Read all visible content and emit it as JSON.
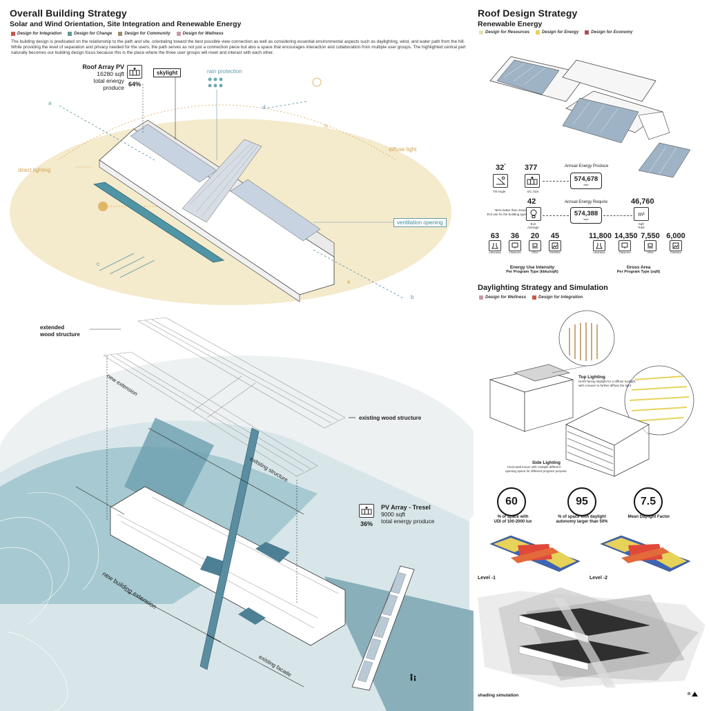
{
  "left": {
    "title": "Overall Building Strategy",
    "subtitle": "Solar and Wind Orientation, Site Integration and Renewable Energy",
    "legend": [
      {
        "label": "Design for Integration",
        "color": "#c9574f"
      },
      {
        "label": "Design for Change",
        "color": "#5f9c95"
      },
      {
        "label": "Design for Community",
        "color": "#a08a6e"
      },
      {
        "label": "Design for Wellness",
        "color": "#c99aaa"
      }
    ],
    "intro": "The building design is predicated on the relationship to the path and site, orientating toward the best possible view connection as well as considering essential environmental aspects such as daylighting, wind, and water path from the hill. While providing the level of separation and privacy needed for the users, the path serves as not just a connection piece but also a space that encourages interaction and collaboration from multiple user groups. The highlighted central part naturally becomes our building design focus because this is the place where the three user groups will meet and interact with each other.",
    "roof_pv": {
      "title": "Roof Array PV",
      "area": "16280 sqft",
      "caption": "total energy produce",
      "percent": "64%"
    },
    "labels": {
      "skylight": "skylight",
      "rain_protection": "rain protection",
      "diffuse_light": "diffuse light",
      "direct_lighting": "direct lighting",
      "ventilation_opening": "ventilation opening",
      "a": "a",
      "b": "b",
      "c": "c",
      "d": "d",
      "e": "e",
      "n": "n"
    },
    "exploded": {
      "extended_wood": "extended\nwood structure",
      "new_extension": "new extension",
      "existing_wood": "existing wood structure",
      "existing_structure": "exitsting structure",
      "new_building_extension": "new building extension",
      "existing_facade": "existing facade"
    },
    "pv_tresel": {
      "title": "PV Array - Tresel",
      "area": "9000 sqft",
      "caption": "total energy produce",
      "percent": "36%"
    }
  },
  "right": {
    "title": "Roof Design Strategy",
    "subtitle": "Renewable Energy",
    "legend": [
      {
        "label": "Design for Resources",
        "color": "#e6e3b0"
      },
      {
        "label": "Design for Energy",
        "color": "#e7d25a"
      },
      {
        "label": "Design for Economy",
        "color": "#a8545a"
      }
    ],
    "tilt": {
      "value": "32",
      "unit": "°",
      "label": "Tilt Angle"
    },
    "dc": {
      "value": "377",
      "label": "DC Size"
    },
    "produce": {
      "label": "Annual Energy Produce",
      "value": "574,678",
      "unit": "kwh"
    },
    "require": {
      "label": "Annual Energy Require",
      "value": "574,388",
      "unit": "kwh"
    },
    "eui": {
      "value": "42",
      "label": "EUI\nAverage",
      "note": "*60% better than mean\nEUI use for the building type"
    },
    "sqft_total": {
      "value": "46,760",
      "label": "Sqft\nTotal"
    },
    "eui_items": [
      {
        "value": "63",
        "label": "Laboratory"
      },
      {
        "value": "36",
        "label": "Classroom"
      },
      {
        "value": "20",
        "label": "Office"
      },
      {
        "value": "45",
        "label": "Exhibition"
      }
    ],
    "area_items": [
      {
        "value": "11,800",
        "label": "Laboratory"
      },
      {
        "value": "14,350",
        "label": "Classroom"
      },
      {
        "value": "7,550",
        "label": "Office"
      },
      {
        "value": "6,000",
        "label": "Exhibition"
      }
    ],
    "eui_caption": "Energy Use Intensity",
    "eui_caption2": "Per Program Type (kbtu/sqft)",
    "area_caption": "Gross Area",
    "area_caption2": "Per Program Type (sqft)",
    "daylight_title": "Daylighting Strategy and Simulation",
    "daylight_legend": [
      {
        "label": "Design for Wellness",
        "color": "#c99aaa"
      },
      {
        "label": "Design for Integration",
        "color": "#c9574f"
      }
    ],
    "top_lighting": {
      "title": "Top Lighting",
      "desc": "North-facing skylight for a diffuse sunlight\nwith a louver to further diffuse the light"
    },
    "side_lighting": {
      "title": "Side Lighting",
      "desc": "Horizontal louver with multiple different\nopening space for different program purpose"
    },
    "stats": [
      {
        "value": "60",
        "label": "% of space with\nUDI of 100-2000 lux"
      },
      {
        "value": "95",
        "label": "% of space with daylight\nautonomy larger than 50%"
      },
      {
        "value": "7.5",
        "label": "Mean Daylight Factor"
      }
    ],
    "level1": "Level -1",
    "level2": "Level -2",
    "shading": "shading simulation",
    "north": "n"
  },
  "colors": {
    "teal": "#5e9aa7",
    "sand": "#f2e6c0",
    "sun": "#e0b66a"
  }
}
